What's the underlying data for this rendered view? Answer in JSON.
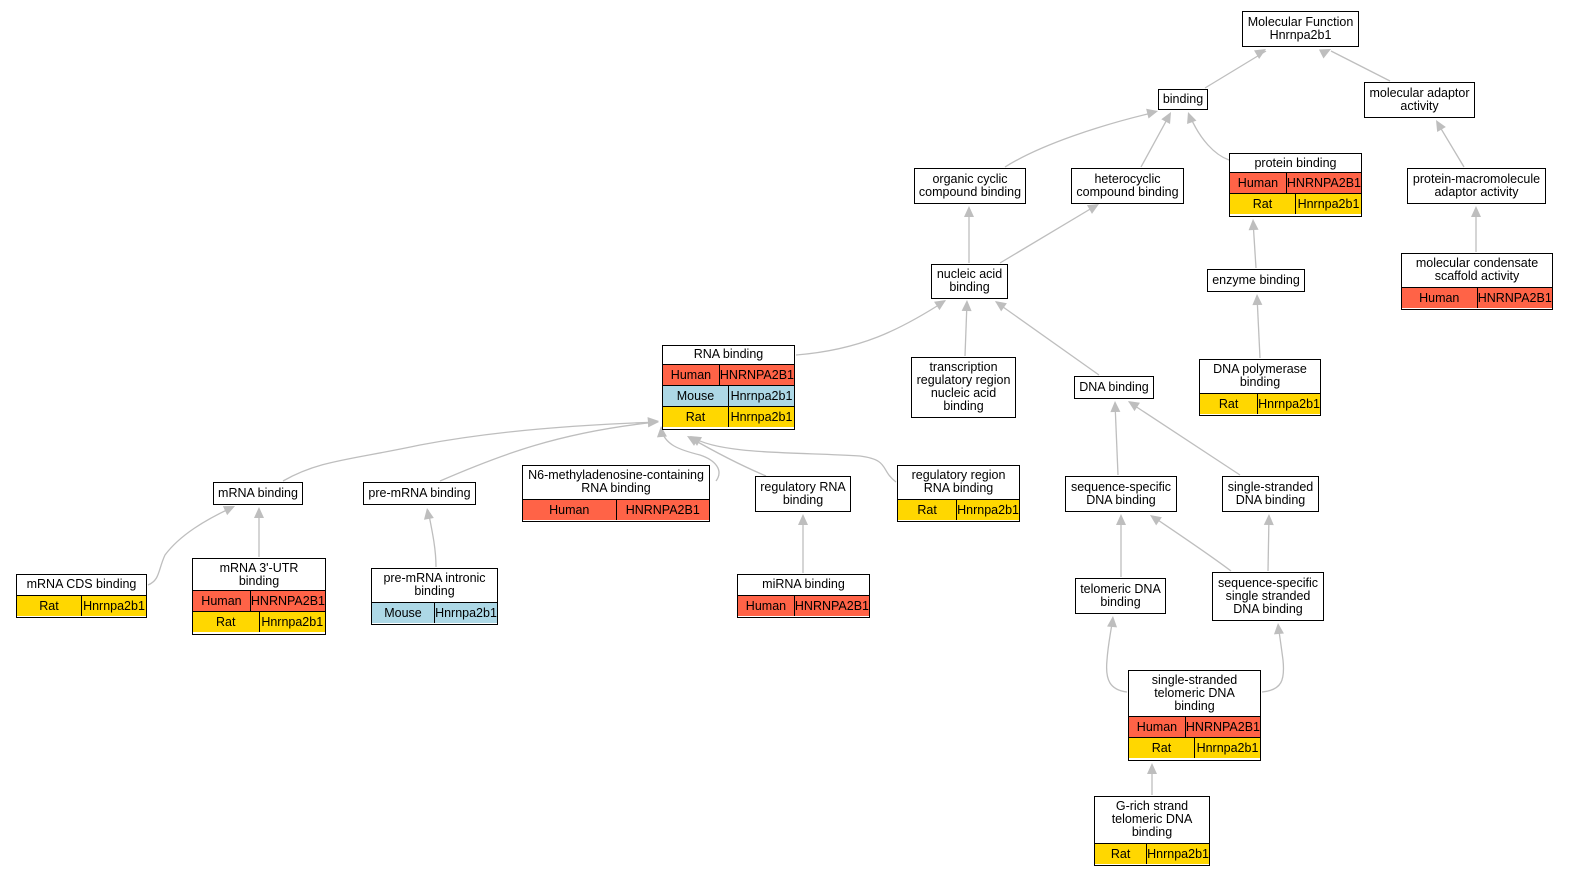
{
  "colors": {
    "Human": "#ff6347",
    "Mouse": "#add8e6",
    "Rat": "#ffd700",
    "edge": "#bebebe"
  },
  "nodes": [
    {
      "id": "molecular-function",
      "label": "Molecular Function\nHnrnpa2b1",
      "rows": []
    },
    {
      "id": "binding",
      "label": "binding",
      "rows": []
    },
    {
      "id": "molecular-adaptor-activity",
      "label": "molecular adaptor\nactivity",
      "rows": []
    },
    {
      "id": "organic-cyclic-compound-binding",
      "label": "organic cyclic\ncompound binding",
      "rows": []
    },
    {
      "id": "heterocyclic-compound-binding",
      "label": "heterocyclic\ncompound binding",
      "rows": []
    },
    {
      "id": "protein-binding",
      "label": "protein binding",
      "rows": [
        {
          "species": "Human",
          "gene": "HNRNPA2B1"
        },
        {
          "species": "Rat",
          "gene": "Hnrnpa2b1"
        }
      ]
    },
    {
      "id": "protein-macromolecule-adaptor-activity",
      "label": "protein-macromolecule\nadaptor activity",
      "rows": []
    },
    {
      "id": "nucleic-acid-binding",
      "label": "nucleic acid\nbinding",
      "rows": []
    },
    {
      "id": "enzyme-binding",
      "label": "enzyme binding",
      "rows": []
    },
    {
      "id": "molecular-condensate-scaffold-activity",
      "label": "molecular condensate\nscaffold activity",
      "rows": [
        {
          "species": "Human",
          "gene": "HNRNPA2B1"
        }
      ]
    },
    {
      "id": "rna-binding",
      "label": "RNA binding",
      "rows": [
        {
          "species": "Human",
          "gene": "HNRNPA2B1"
        },
        {
          "species": "Mouse",
          "gene": "Hnrnpa2b1"
        },
        {
          "species": "Rat",
          "gene": "Hnrnpa2b1"
        }
      ]
    },
    {
      "id": "transcription-regulatory-region-nucleic-acid-binding",
      "label": "transcription\nregulatory region\nnucleic acid\nbinding",
      "rows": []
    },
    {
      "id": "dna-binding",
      "label": "DNA binding",
      "rows": []
    },
    {
      "id": "dna-polymerase-binding",
      "label": "DNA polymerase\nbinding",
      "rows": [
        {
          "species": "Rat",
          "gene": "Hnrnpa2b1"
        }
      ]
    },
    {
      "id": "mrna-binding",
      "label": "mRNA binding",
      "rows": []
    },
    {
      "id": "pre-mrna-binding",
      "label": "pre-mRNA binding",
      "rows": []
    },
    {
      "id": "n6-methyladenosine-containing-rna-binding",
      "label": "N6-methyladenosine-containing\nRNA binding",
      "rows": [
        {
          "species": "Human",
          "gene": "HNRNPA2B1"
        }
      ]
    },
    {
      "id": "regulatory-rna-binding",
      "label": "regulatory RNA\nbinding",
      "rows": []
    },
    {
      "id": "regulatory-region-rna-binding",
      "label": "regulatory region\nRNA binding",
      "rows": [
        {
          "species": "Rat",
          "gene": "Hnrnpa2b1"
        }
      ]
    },
    {
      "id": "sequence-specific-dna-binding",
      "label": "sequence-specific\nDNA binding",
      "rows": []
    },
    {
      "id": "single-stranded-dna-binding",
      "label": "single-stranded\nDNA binding",
      "rows": []
    },
    {
      "id": "mrna-cds-binding",
      "label": "mRNA CDS binding",
      "rows": [
        {
          "species": "Rat",
          "gene": "Hnrnpa2b1"
        }
      ]
    },
    {
      "id": "mrna-3utr-binding",
      "label": "mRNA 3'-UTR\nbinding",
      "rows": [
        {
          "species": "Human",
          "gene": "HNRNPA2B1"
        },
        {
          "species": "Rat",
          "gene": "Hnrnpa2b1"
        }
      ]
    },
    {
      "id": "pre-mrna-intronic-binding",
      "label": "pre-mRNA intronic\nbinding",
      "rows": [
        {
          "species": "Mouse",
          "gene": "Hnrnpa2b1"
        }
      ]
    },
    {
      "id": "mirna-binding",
      "label": "miRNA binding",
      "rows": [
        {
          "species": "Human",
          "gene": "HNRNPA2B1"
        }
      ]
    },
    {
      "id": "telomeric-dna-binding",
      "label": "telomeric DNA\nbinding",
      "rows": []
    },
    {
      "id": "sequence-specific-single-stranded-dna-binding",
      "label": "sequence-specific\nsingle stranded\nDNA binding",
      "rows": []
    },
    {
      "id": "single-stranded-telomeric-dna-binding",
      "label": "single-stranded\ntelomeric DNA\nbinding",
      "rows": [
        {
          "species": "Human",
          "gene": "HNRNPA2B1"
        },
        {
          "species": "Rat",
          "gene": "Hnrnpa2b1"
        }
      ]
    },
    {
      "id": "g-rich-strand-telomeric-dna-binding",
      "label": "G-rich strand\ntelomeric DNA\nbinding",
      "rows": [
        {
          "species": "Rat",
          "gene": "Hnrnpa2b1"
        }
      ]
    }
  ]
}
